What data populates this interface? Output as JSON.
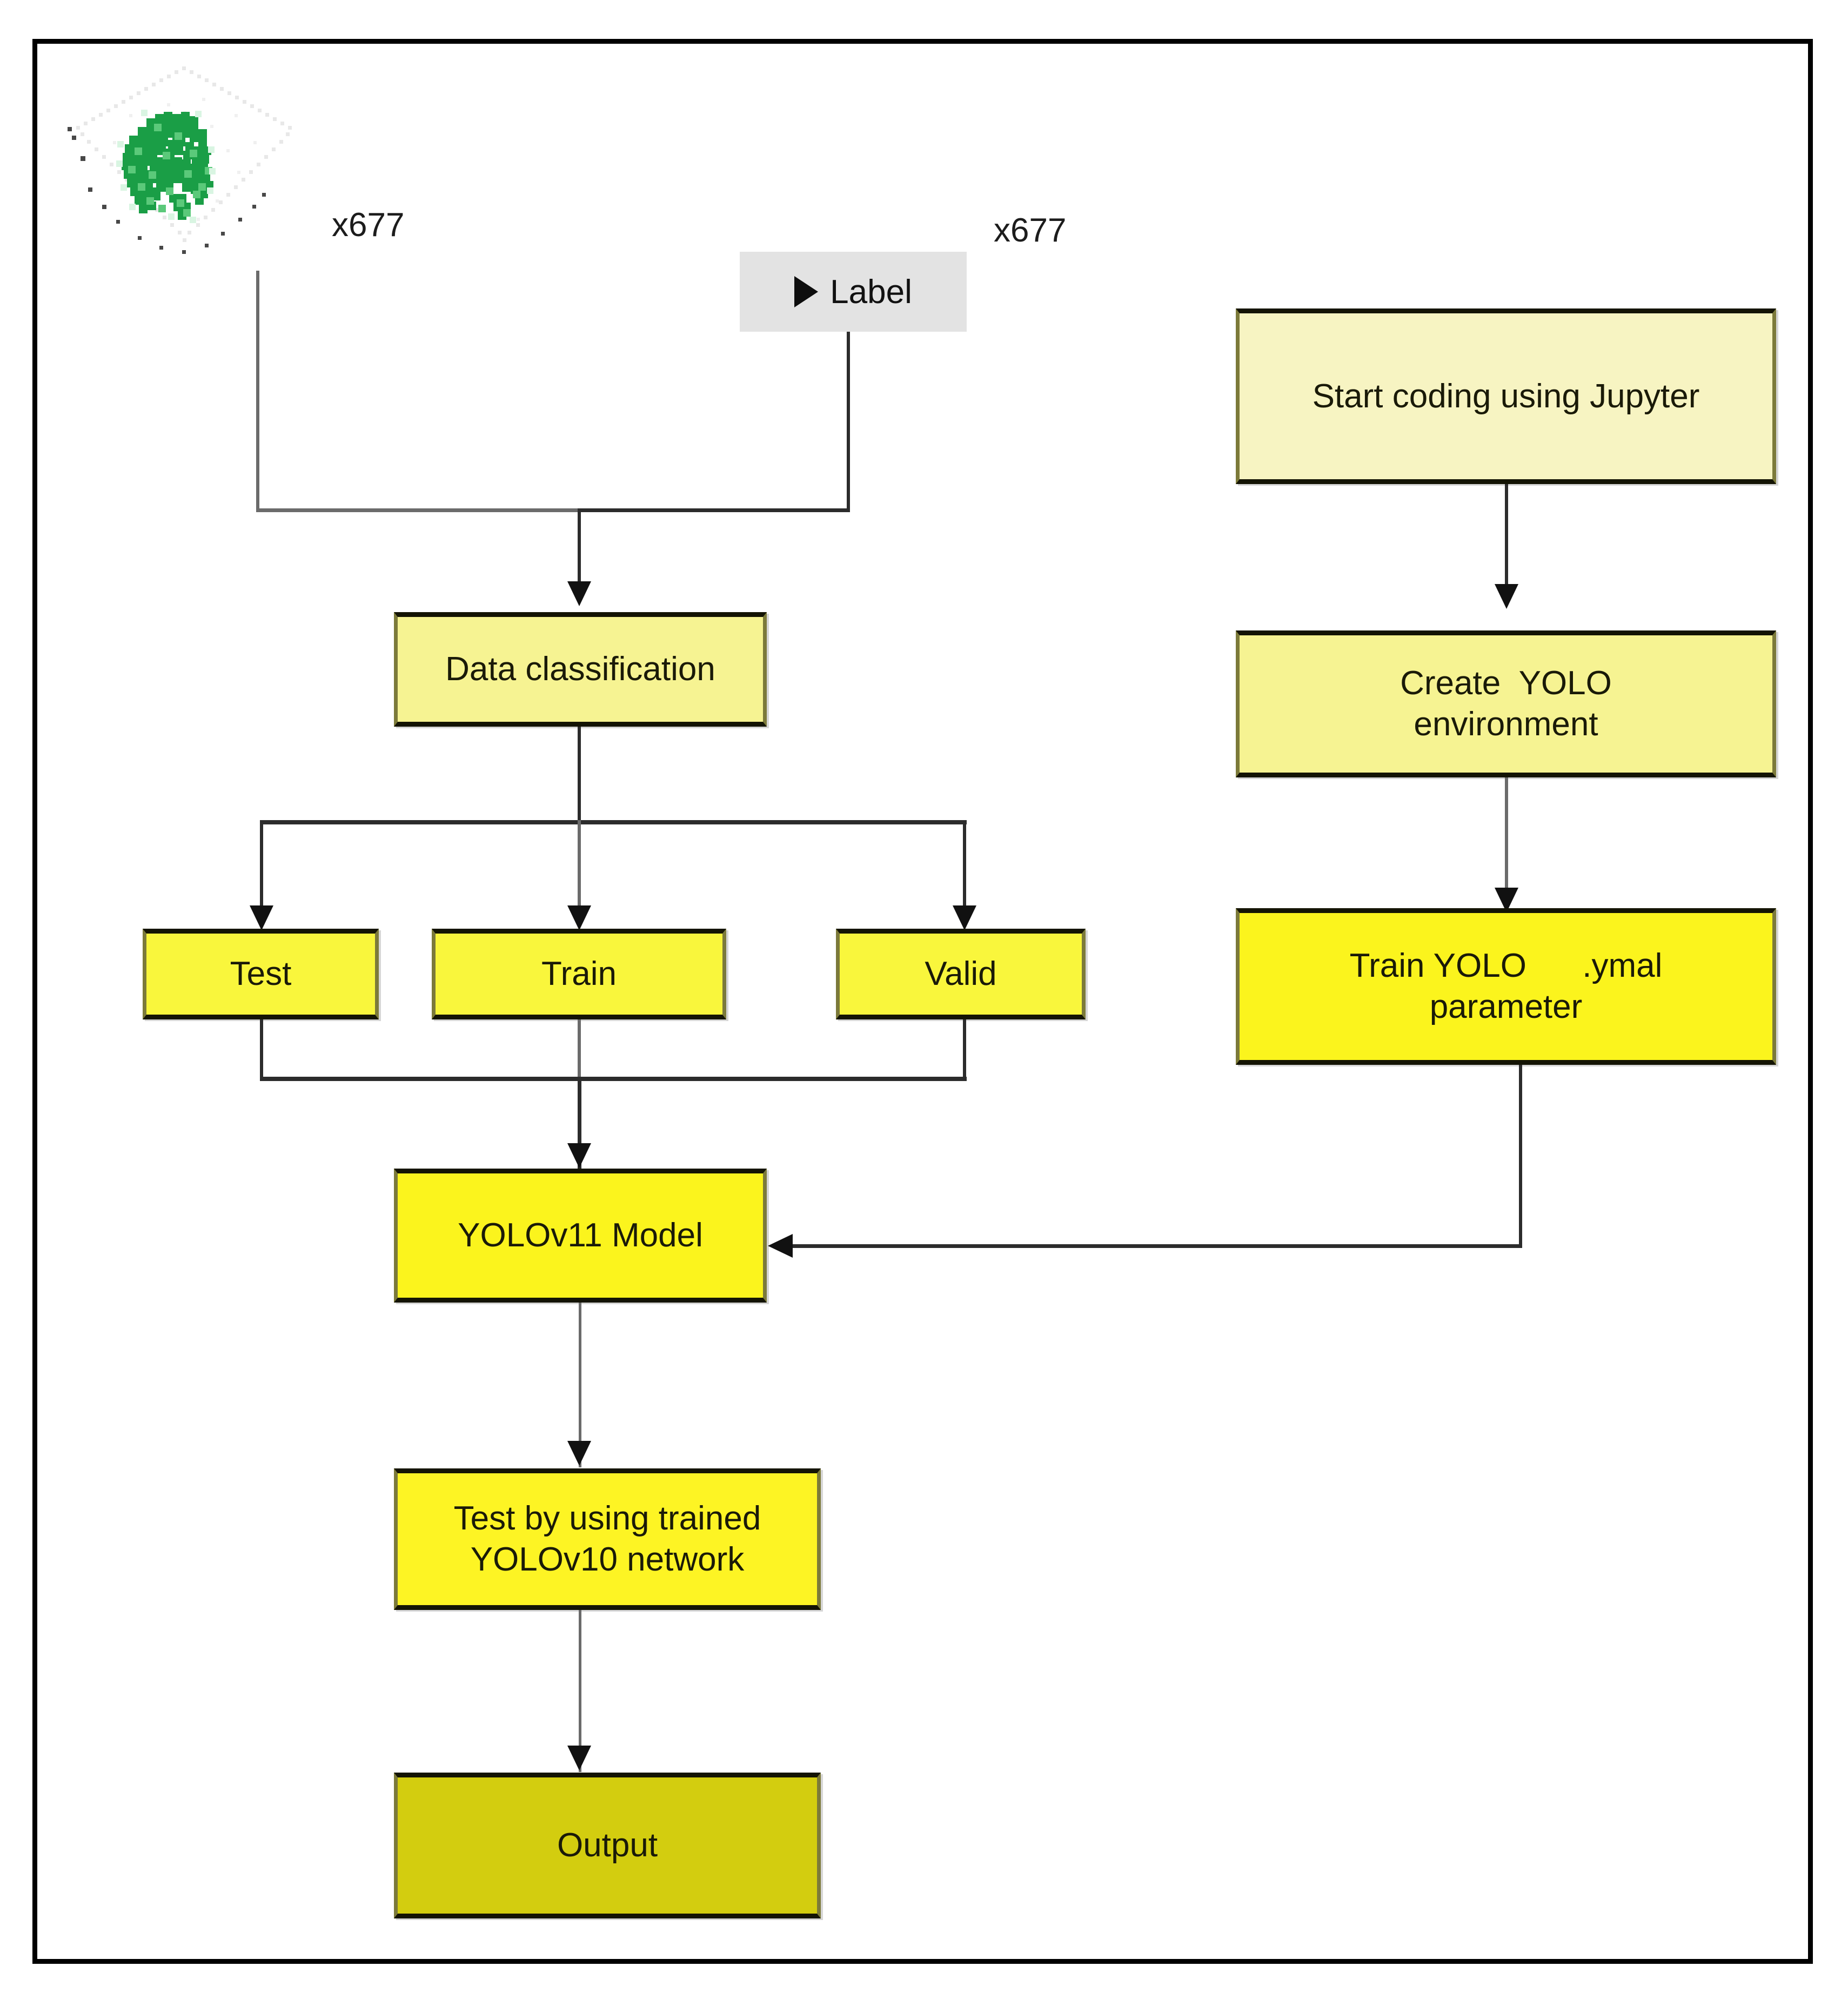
{
  "figure": {
    "type": "flowchart",
    "title": "YOLO training workflow flowchart",
    "background": "#ffffff",
    "frame_color": "#000000"
  },
  "inputs": {
    "image_thumbnail": {
      "icon": "plant-point-cloud-icon",
      "description": "3D point-cloud scatter plot of a green leafy plant",
      "count_label": "x677",
      "plant_color": "#22a44a",
      "cloud_color": "#ececec"
    },
    "label_chip": {
      "icon": "play-triangle-icon",
      "text": "Label",
      "background": "#e3e3e3",
      "count_label": "x677"
    }
  },
  "nodes": {
    "data_classification": {
      "text": "Data classification",
      "fill": "#f6f393"
    },
    "test": {
      "text": "Test",
      "fill": "#f9f63c"
    },
    "train": {
      "text": "Train",
      "fill": "#f9f63c"
    },
    "valid": {
      "text": "Valid",
      "fill": "#f9f63c"
    },
    "yolov11_model": {
      "text": "YOLOv11 Model",
      "fill": "#fbf41d"
    },
    "test_trained": {
      "text": "Test by using trained\nYOLOv10 network",
      "fill": "#fdf424"
    },
    "output": {
      "text": "Output",
      "fill": "#d3cd0f"
    },
    "start_coding": {
      "text": "Start coding using Jupyter",
      "fill": "#f7f4c2"
    },
    "create_env": {
      "text": "Create  YOLO\nenvironment",
      "fill": "#f6f392"
    },
    "train_yolo_yaml": {
      "text": "Train YOLO      .ymal\nparameter",
      "fill": "#fbf41d"
    }
  },
  "edges": [
    {
      "from": "image_thumbnail",
      "to": "data_classification",
      "style": "elbow-merge",
      "arrow": "down"
    },
    {
      "from": "label_chip",
      "to": "data_classification",
      "style": "elbow-merge",
      "arrow": "down"
    },
    {
      "from": "data_classification",
      "to": "test",
      "style": "split",
      "arrow": "down"
    },
    {
      "from": "data_classification",
      "to": "train",
      "style": "split",
      "arrow": "down"
    },
    {
      "from": "data_classification",
      "to": "valid",
      "style": "split",
      "arrow": "down"
    },
    {
      "from": "test",
      "to": "yolov11_model",
      "style": "merge",
      "arrow": "down"
    },
    {
      "from": "train",
      "to": "yolov11_model",
      "style": "merge",
      "arrow": "down"
    },
    {
      "from": "valid",
      "to": "yolov11_model",
      "style": "merge",
      "arrow": "down"
    },
    {
      "from": "yolov11_model",
      "to": "test_trained",
      "style": "straight",
      "arrow": "down"
    },
    {
      "from": "test_trained",
      "to": "output",
      "style": "straight",
      "arrow": "down"
    },
    {
      "from": "start_coding",
      "to": "create_env",
      "style": "straight",
      "arrow": "down"
    },
    {
      "from": "create_env",
      "to": "train_yolo_yaml",
      "style": "straight",
      "arrow": "down"
    },
    {
      "from": "train_yolo_yaml",
      "to": "yolov11_model",
      "style": "elbow",
      "arrow": "left"
    }
  ]
}
